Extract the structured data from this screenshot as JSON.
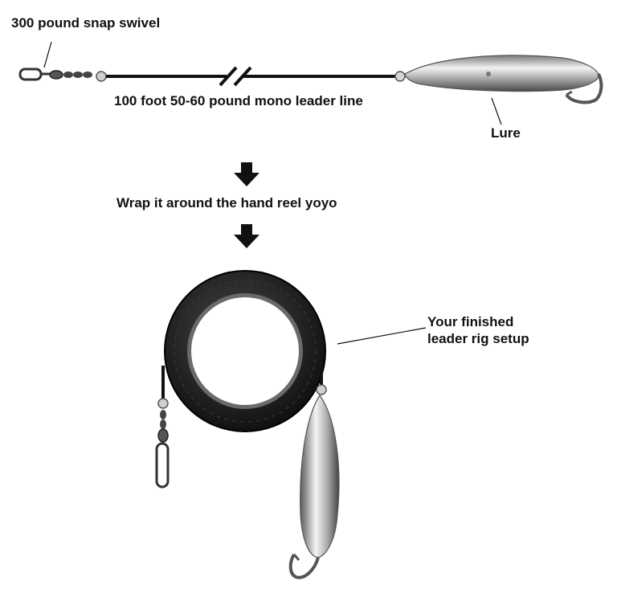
{
  "labels": {
    "snap_swivel": "300 pound snap swivel",
    "leader_line": "100 foot 50-60 pound mono leader line",
    "lure": "Lure",
    "instruction": "Wrap it around the hand reel yoyo",
    "finished_line1": "Your finished",
    "finished_line2": "leader rig setup"
  },
  "colors": {
    "text": "#111111",
    "line": "#111111",
    "yoyo": "#1e1e1e",
    "chrome": "#c8c8c8"
  },
  "icons": {
    "step_arrow": "down-arrow-icon"
  }
}
